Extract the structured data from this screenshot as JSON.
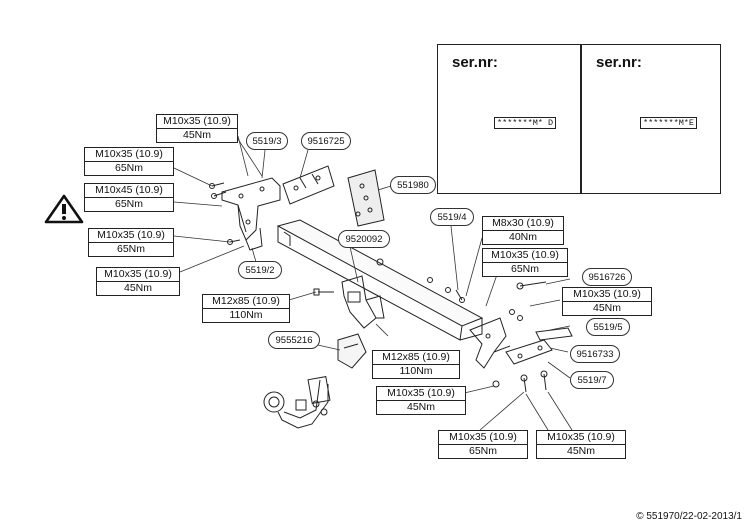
{
  "warning_panels": [
    {
      "label": "ser.nr:",
      "stamp": "*******M* D"
    },
    {
      "label": "ser.nr:",
      "stamp": "*******M*E"
    }
  ],
  "part_tags": {
    "t5519_3": "5519/3",
    "t9516725": "9516725",
    "t551980": "551980",
    "t5519_4": "5519/4",
    "t9520092": "9520092",
    "t5519_2": "5519/2",
    "t9516726": "9516726",
    "t5519_5": "5519/5",
    "t9555216": "9555216",
    "t9516733": "9516733",
    "t5519_7": "5519/7"
  },
  "specs": {
    "s1": {
      "bolt": "M10x35 (10.9)",
      "torque": "45Nm"
    },
    "s2": {
      "bolt": "M10x35 (10.9)",
      "torque": "65Nm"
    },
    "s3": {
      "bolt": "M10x45 (10.9)",
      "torque": "65Nm"
    },
    "s4": {
      "bolt": "M10x35 (10.9)",
      "torque": "65Nm"
    },
    "s5": {
      "bolt": "M10x35 (10.9)",
      "torque": "45Nm"
    },
    "s6": {
      "bolt": "M12x85 (10.9)",
      "torque": "110Nm"
    },
    "s7": {
      "bolt": "M8x30 (10.9)",
      "torque": "40Nm"
    },
    "s8": {
      "bolt": "M10x35 (10.9)",
      "torque": "65Nm"
    },
    "s9": {
      "bolt": "M10x35 (10.9)",
      "torque": "45Nm"
    },
    "s10": {
      "bolt": "M12x85 (10.9)",
      "torque": "110Nm"
    },
    "s11": {
      "bolt": "M10x35 (10.9)",
      "torque": "45Nm"
    },
    "s12": {
      "bolt": "M10x35 (10.9)",
      "torque": "65Nm"
    },
    "s13": {
      "bolt": "M10x35 (10.9)",
      "torque": "45Nm"
    }
  },
  "footer": "© 551970/22-02-2013/1",
  "icons": [
    "warning-icon",
    "eye-icon"
  ]
}
